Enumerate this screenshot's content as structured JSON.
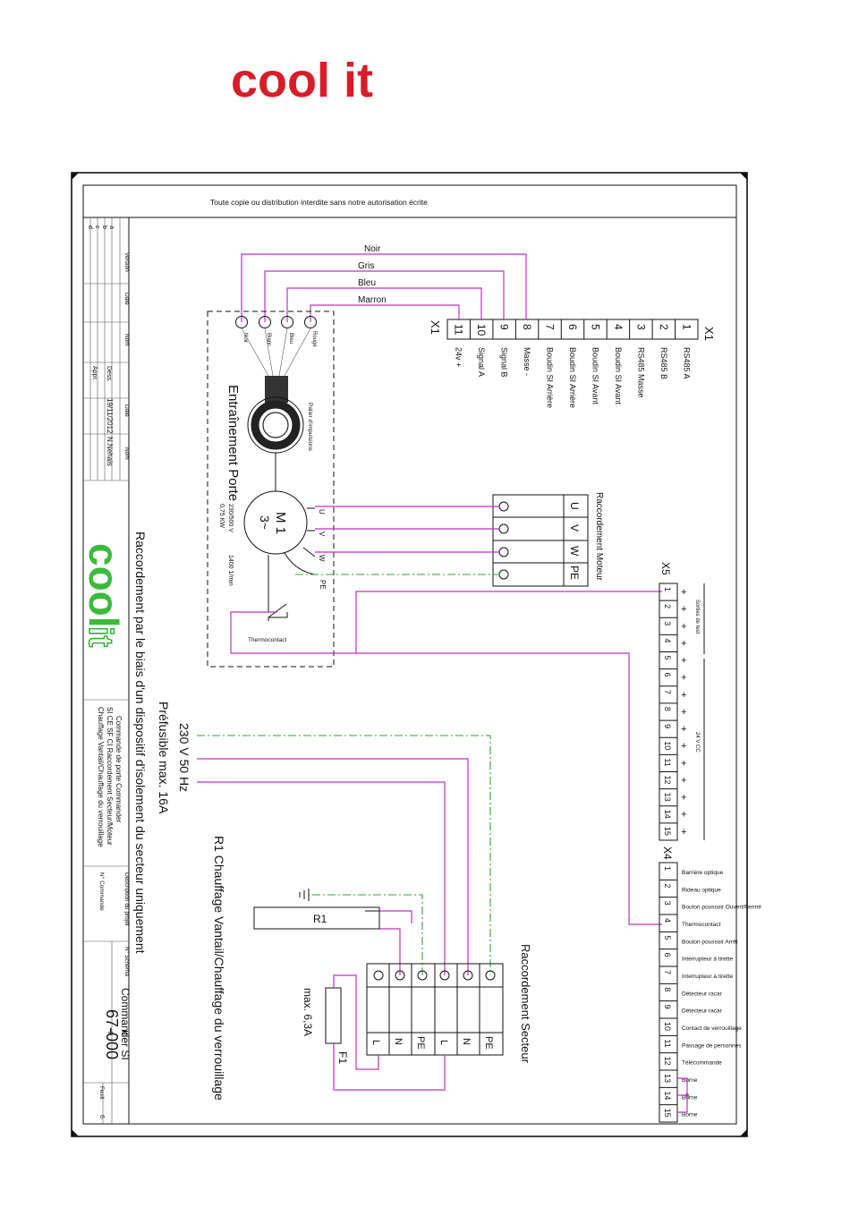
{
  "brand": {
    "logo_top": "cool it",
    "logo_color": "#d91c2a",
    "logo_side_cool": "cool",
    "logo_side_it": "it",
    "logo_side_cool_color": "#3cba3c",
    "logo_side_it_color": "#2eaa2e"
  },
  "notice": "Toute copie ou distribution interdite sans notre autorisation écrite",
  "title_block": {
    "rev_letters": [
      "a",
      "b",
      "c",
      "d"
    ],
    "col_headers": [
      "Version",
      "Date",
      "Nom"
    ],
    "dess_label": "Dess.",
    "appr_label": "Appr.",
    "date_label": "Date",
    "nom_label": "Nom",
    "dess_date": "19/11/2012",
    "dess_nom": "N.Nehals",
    "description_lines": [
      "Commande de porte Commander",
      "SI CE SF CI Raccordement Secteur/Moteur",
      "Chauffage Vantail/Chauffage du verrouillage"
    ],
    "desc_projet_label": "Description du projet",
    "ncommande_label": "N° Commande",
    "project_name": "Commander SI",
    "nschema_label": "N° Schéma",
    "schema_number": "67-000",
    "feuillet_label": "Feuill.",
    "page_num": "6",
    "page_sym": "+",
    "page_sym2": "="
  },
  "notes": [
    "Raccordement par le biais d'un dispositif d'isolement du secteur uniquement",
    "Préfusible max. 16A",
    "230 V 50 Hz",
    "R1 Chauffage Vantail/Chauffage du verrouillage"
  ],
  "x1": {
    "label": "X1",
    "label2": "X1",
    "terminals": [
      {
        "n": "1",
        "desc": "RS485   A"
      },
      {
        "n": "2",
        "desc": "RS485   B"
      },
      {
        "n": "3",
        "desc": "RS485 Masse"
      },
      {
        "n": "4",
        "desc": "Boudin SI Avant"
      },
      {
        "n": "5",
        "desc": "Boudin  SI Avant"
      },
      {
        "n": "6",
        "desc": "Boudin SI Arrière"
      },
      {
        "n": "7",
        "desc": "Boudin SI Arrière"
      },
      {
        "n": "8",
        "desc": "Masse -"
      },
      {
        "n": "9",
        "desc": "Signal B"
      },
      {
        "n": "10",
        "desc": "Signal A"
      },
      {
        "n": "11",
        "desc": "24v +"
      }
    ]
  },
  "encoder_wires": [
    "Noir",
    "Gris",
    "Bleu",
    "Marron"
  ],
  "drive": {
    "title": "Entraînement Porte",
    "encoder_label": "Palier d'impulsions",
    "encoder_pins": [
      "Noir",
      "Blanc",
      "Bleu",
      "Rouge"
    ],
    "motor_name": "M 1",
    "motor_phase": "3~",
    "motor_voltage": "230/500 V",
    "motor_power": "0,75 KW",
    "motor_speed": "1400 1/min",
    "motor_terms": [
      "U",
      "V",
      "W",
      "PE"
    ],
    "thermocontact": "Thermocontact"
  },
  "motor_connection": {
    "title": "Raccordement Moteur",
    "terms": [
      "U",
      "V",
      "W",
      "PE"
    ]
  },
  "x5": {
    "label": "X5",
    "group1": "Sorties de test",
    "group2": "24 V CC",
    "terminals": [
      "1",
      "2",
      "3",
      "4",
      "5",
      "6",
      "7",
      "8",
      "9",
      "10",
      "11",
      "12",
      "13",
      "14",
      "15"
    ],
    "sign": "+"
  },
  "x4": {
    "label": "X4",
    "terminals": [
      {
        "n": "1",
        "desc": "Barrière optique"
      },
      {
        "n": "2",
        "desc": "Rideau optique"
      },
      {
        "n": "3",
        "desc": "Bouton poussoir Ouvert/Fermé"
      },
      {
        "n": "4",
        "desc": "Thermocontact"
      },
      {
        "n": "5",
        "desc": "Bouton poussoir Arrêt"
      },
      {
        "n": "6",
        "desc": "Interrupteur à tirette"
      },
      {
        "n": "7",
        "desc": "Interrupteur à tirette"
      },
      {
        "n": "8",
        "desc": "Détecteur racar"
      },
      {
        "n": "9",
        "desc": "Détecteur racar"
      },
      {
        "n": "10",
        "desc": "Contact de verrouillage"
      },
      {
        "n": "11",
        "desc": "Passage de personnes"
      },
      {
        "n": "12",
        "desc": "Télécommande"
      },
      {
        "n": "13",
        "desc": "Borne"
      },
      {
        "n": "14",
        "desc": "Borne"
      },
      {
        "n": "15",
        "desc": "Borne"
      }
    ]
  },
  "mains": {
    "title": "Raccordement Secteur",
    "terms": [
      "PE",
      "N",
      "L",
      "PE",
      "N",
      "L"
    ],
    "r1": "R1",
    "fuse": "F1",
    "fuse_max": "max. 6,3A"
  },
  "colors": {
    "wire": "#c030c0",
    "earth": "#2eaa2e",
    "logo_red": "#d91c2a",
    "logo_green": "#3cba3c"
  }
}
